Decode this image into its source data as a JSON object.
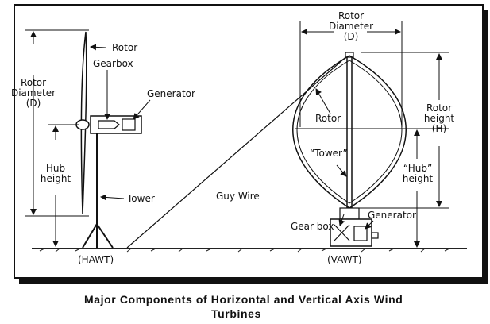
{
  "hawt": {
    "rotor": "Rotor",
    "rotor_diameter": [
      "Rotor",
      "Diameter",
      "(D)"
    ],
    "gearbox": "Gearbox",
    "generator": "Generator",
    "hub_height": [
      "Hub",
      "height"
    ],
    "tower": "Tower",
    "name": "(HAWT)"
  },
  "guy_wire": "Guy Wire",
  "vawt": {
    "rotor_diameter": [
      "Rotor",
      "Diameter",
      "(D)"
    ],
    "rotor": "Rotor",
    "rotor_height": [
      "Rotor",
      "height",
      "(H)"
    ],
    "tower": "“Tower”",
    "hub_height": [
      "“Hub”",
      "height"
    ],
    "gear_box": "Gear box",
    "generator": "Generator",
    "name": "(VAWT)"
  },
  "caption": [
    "Major Components of Horizontal and Vertical Axis Wind",
    "Turbines"
  ]
}
